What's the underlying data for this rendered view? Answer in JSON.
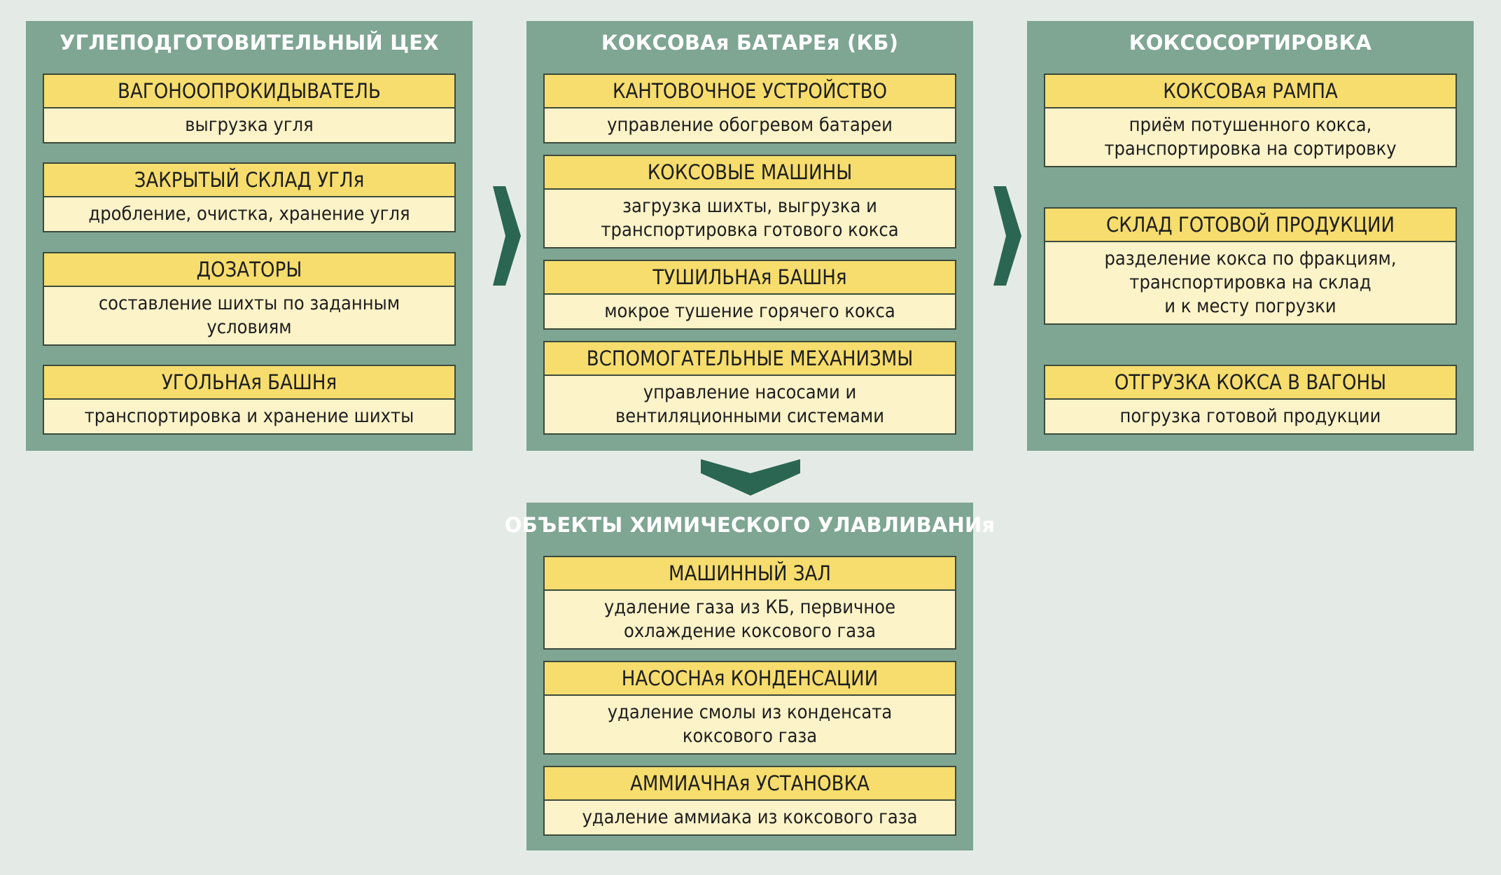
{
  "colors": {
    "background": "#e4ebe6",
    "panel": "#7fa593",
    "card_header": "#f6dd6d",
    "card_body": "#fcf3c9",
    "arrow": "#2b6653"
  },
  "panels": {
    "coal_prep": {
      "title": "УГЛЕПОДГОТОВИТЕЛЬНЫЙ ЦЕХ",
      "cards": [
        {
          "title": "ВАГОНООПРОКИДЫВАТЕЛЬ",
          "desc": "выгрузка угля"
        },
        {
          "title": "ЗАКРЫТЫЙ СКЛАД УГЛя",
          "desc": "дробление, очистка, хранение угля"
        },
        {
          "title": "ДОЗАТОРЫ",
          "desc": "составление шихты по заданным\nусловиям"
        },
        {
          "title": "УГОЛЬНАя БАШНя",
          "desc": "транспортировка и хранение шихты"
        }
      ]
    },
    "coke_battery": {
      "title": "КОКСОВАя БАТАРЕя (КБ)",
      "cards": [
        {
          "title": "КАНТОВОЧНОЕ УСТРОЙСТВО",
          "desc": "управление обогревом батареи"
        },
        {
          "title": "КОКСОВЫЕ МАШИНЫ",
          "desc": "загрузка шихты, выгрузка и\nтранспортировка готового кокса"
        },
        {
          "title": "ТУШИЛЬНАя БАШНя",
          "desc": "мокрое тушение горячего кокса"
        },
        {
          "title": "ВСПОМОГАТЕЛЬНЫЕ МЕХАНИЗМЫ",
          "desc": "управление насосами и\nвентиляционными системами"
        }
      ]
    },
    "coke_sorting": {
      "title": "КОКСОСОРТИРОВКА",
      "cards": [
        {
          "title": "КОКСОВАя РАМПА",
          "desc": "приём потушенного кокса,\nтранспортировка на сортировку"
        },
        {
          "title": "СКЛАД ГОТОВОЙ ПРОДУКЦИИ",
          "desc": "разделение кокса по фракциям,\nтранспортировка на склад\nи к месту погрузки"
        },
        {
          "title": "ОТГРУЗКА КОКСА В ВАГОНЫ",
          "desc": "погрузка готовой продукции"
        }
      ]
    },
    "chemical": {
      "title": "ОБЪЕКТЫ ХИМИЧЕСКОГО УЛАВЛИВАНИя",
      "cards": [
        {
          "title": "МАШИННЫЙ ЗАЛ",
          "desc": "удаление газа из КБ, первичное\nохлаждение коксового газа"
        },
        {
          "title": "НАСОСНАя КОНДЕНСАЦИИ",
          "desc": "удаление смолы из конденсата\nкоксового газа"
        },
        {
          "title": "АММИАЧНАя УСТАНОВКА",
          "desc": "удаление аммиака из коксового газа"
        }
      ]
    }
  }
}
